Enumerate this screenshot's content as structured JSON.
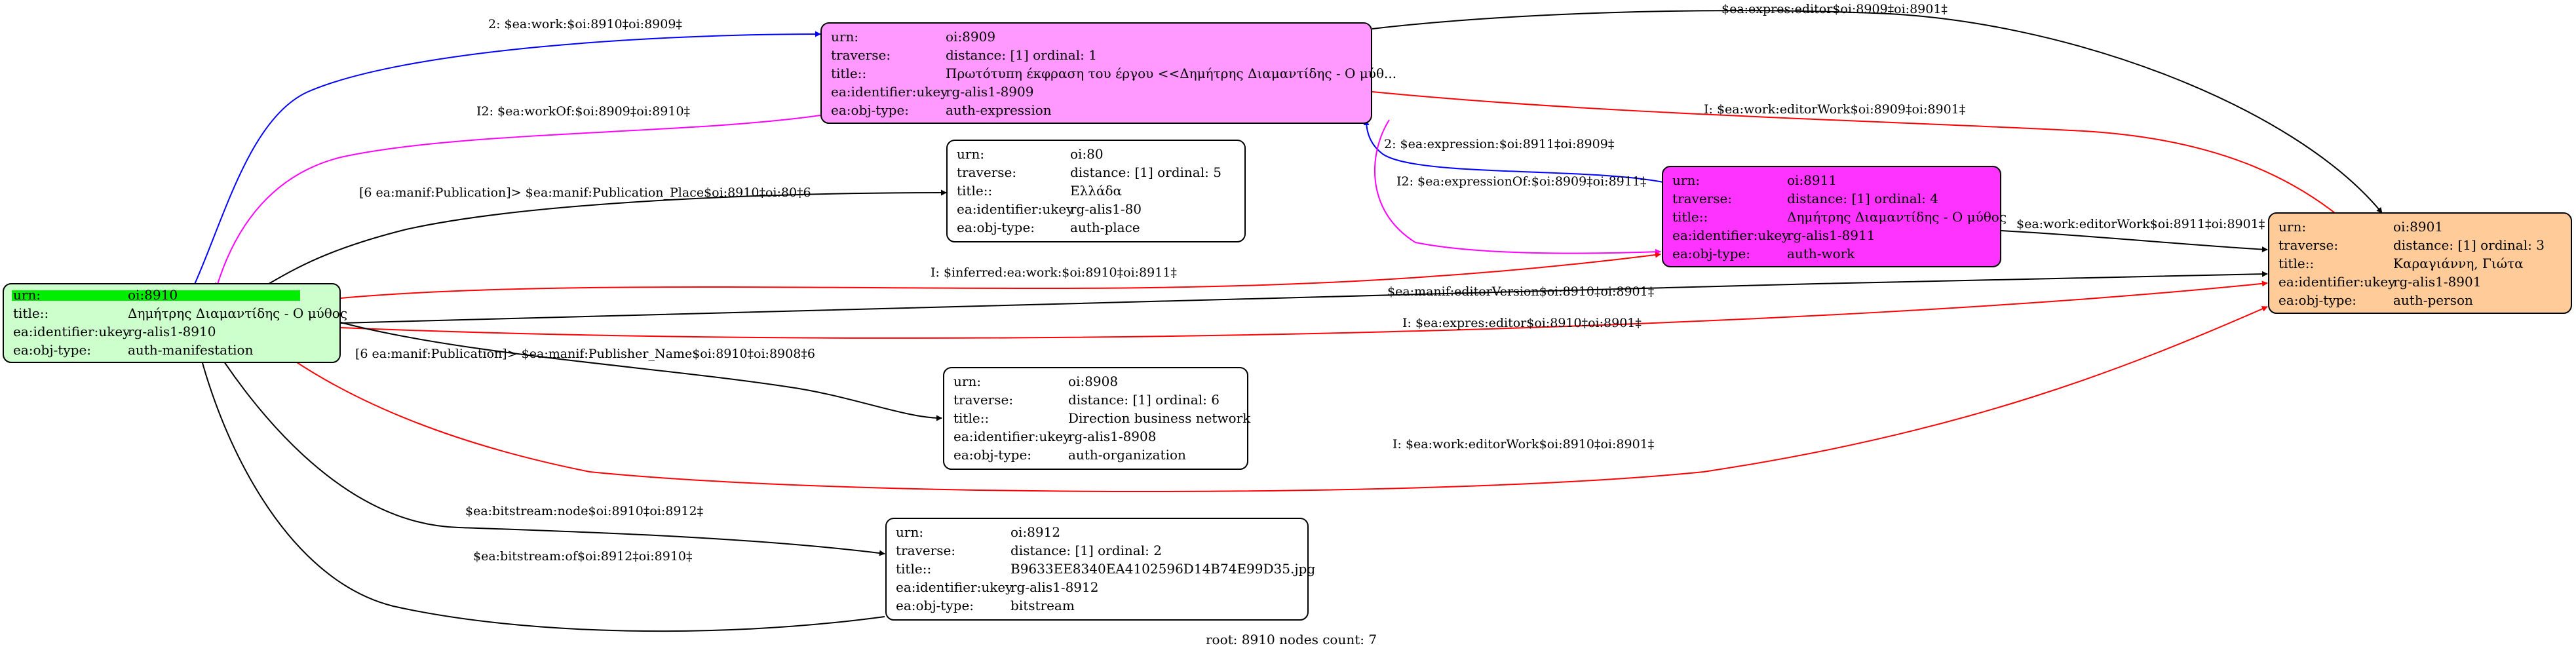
{
  "colors": {
    "black": "#000000",
    "blue": "#0000ff",
    "red": "#ff0000",
    "magenta": "#ff00ff",
    "green_fill": "#ccffcc",
    "green_header": "#00ee00",
    "pink_fill": "#ff99ff",
    "magenta_fill": "#ff33ff",
    "orange_fill": "#ffcc99",
    "white_fill": "#ffffff"
  },
  "nodes": {
    "n8910": {
      "rows": [
        [
          "urn:",
          "oi:8910"
        ],
        [
          "title::",
          "Δημήτρης Διαμαντίδης - Ο μύθος"
        ],
        [
          "ea:identifier:ukey",
          "rg-alis1-8910"
        ],
        [
          "ea:obj-type:",
          "auth-manifestation"
        ]
      ]
    },
    "n8909": {
      "rows": [
        [
          "urn:",
          "oi:8909"
        ],
        [
          "traverse:",
          "distance: [1]     ordinal: 1"
        ],
        [
          "title::",
          "Πρωτότυπη έκφραση του έργου <<Δημήτρης Διαμαντίδης - Ο μύθ..."
        ],
        [
          "ea:identifier:ukey",
          "rg-alis1-8909"
        ],
        [
          "ea:obj-type:",
          "auth-expression"
        ]
      ]
    },
    "n80": {
      "rows": [
        [
          "urn:",
          "oi:80"
        ],
        [
          "traverse:",
          "distance: [1]     ordinal: 5"
        ],
        [
          "title::",
          "Ελλάδα"
        ],
        [
          "ea:identifier:ukey",
          "rg-alis1-80"
        ],
        [
          "ea:obj-type:",
          "auth-place"
        ]
      ]
    },
    "n8911": {
      "rows": [
        [
          "urn:",
          "oi:8911"
        ],
        [
          "traverse:",
          "distance: [1]     ordinal: 4"
        ],
        [
          "title::",
          "Δημήτρης Διαμαντίδης - Ο μύθος"
        ],
        [
          "ea:identifier:ukey",
          "rg-alis1-8911"
        ],
        [
          "ea:obj-type:",
          "auth-work"
        ]
      ]
    },
    "n8901": {
      "rows": [
        [
          "urn:",
          "oi:8901"
        ],
        [
          "traverse:",
          "distance: [1]     ordinal: 3"
        ],
        [
          "title::",
          "Καραγιάννη, Γιώτα"
        ],
        [
          "ea:identifier:ukey",
          "rg-alis1-8901"
        ],
        [
          "ea:obj-type:",
          "auth-person"
        ]
      ]
    },
    "n8908": {
      "rows": [
        [
          "urn:",
          "oi:8908"
        ],
        [
          "traverse:",
          "distance: [1]     ordinal: 6"
        ],
        [
          "title::",
          "Direction business network"
        ],
        [
          "ea:identifier:ukey",
          "rg-alis1-8908"
        ],
        [
          "ea:obj-type:",
          "auth-organization"
        ]
      ]
    },
    "n8912": {
      "rows": [
        [
          "urn:",
          "oi:8912"
        ],
        [
          "traverse:",
          "distance: [1]     ordinal: 2"
        ],
        [
          "title::",
          "B9633EE8340EA4102596D14B74E99D35.jpg"
        ],
        [
          "ea:identifier:ukey",
          "rg-alis1-8912"
        ],
        [
          "ea:obj-type:",
          "bitstream"
        ]
      ]
    }
  },
  "edges": {
    "e1": "2: $ea:work:$oi:8910‡oi:8909‡",
    "e2": "I2: $ea:workOf:$oi:8909‡oi:8910‡",
    "e3": "$ea:expres:editor$oi:8909‡oi:8901‡",
    "e4": "I: $ea:work:editorWork$oi:8909‡oi:8901‡",
    "e5": "[6 ea:manif:Publication]> $ea:manif:Publication_Place$oi:8910‡oi:80‡6",
    "e6": "2: $ea:expression:$oi:8911‡oi:8909‡",
    "e7": "I2: $ea:expressionOf:$oi:8909‡oi:8911‡",
    "e8": "I: $inferred:ea:work:$oi:8910‡oi:8911‡",
    "e9": "$ea:work:editorWork$oi:8911‡oi:8901‡",
    "e10": "$ea:manif:editorVersion$oi:8910‡oi:8901‡",
    "e11": "I: $ea:expres:editor$oi:8910‡oi:8901‡",
    "e12": "[6 ea:manif:Publication]> $ea:manif:Publisher_Name$oi:8910‡oi:8908‡6",
    "e13": "I: $ea:work:editorWork$oi:8910‡oi:8901‡",
    "e14": "$ea:bitstream:node$oi:8910‡oi:8912‡",
    "e15": "$ea:bitstream:of$oi:8912‡oi:8910‡"
  },
  "footer": "root: 8910 nodes count: 7"
}
